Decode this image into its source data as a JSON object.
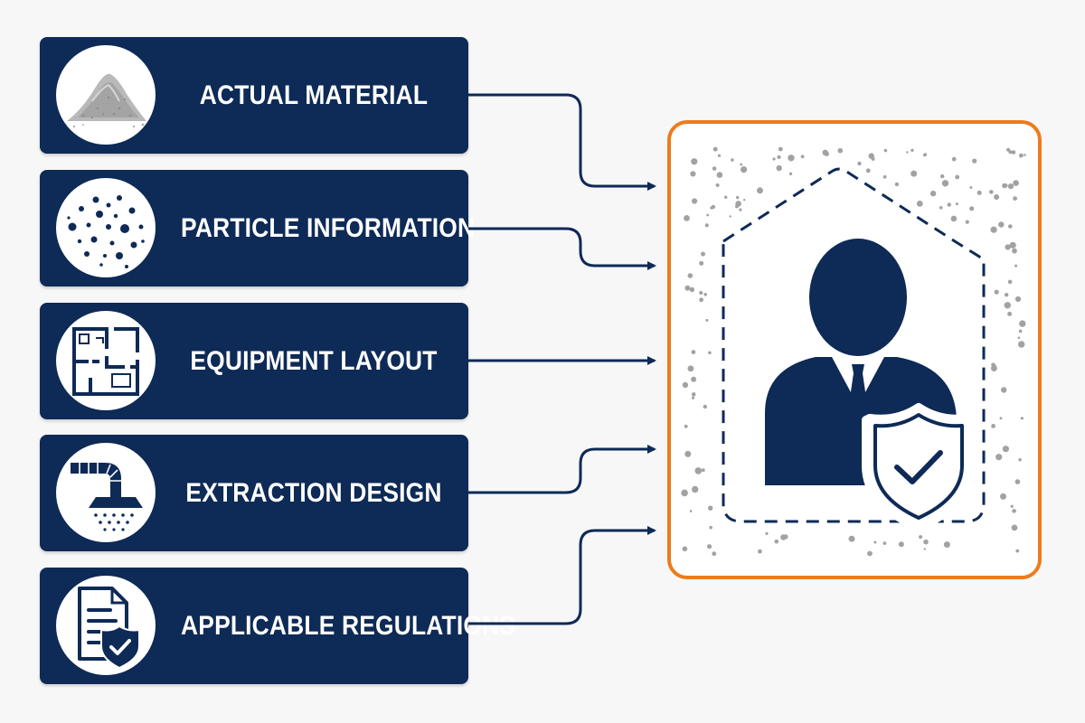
{
  "inputs": [
    {
      "label": "ACTUAL MATERIAL",
      "icon": "powder-pile-icon"
    },
    {
      "label": "PARTICLE INFORMATION",
      "icon": "particles-icon"
    },
    {
      "label": "EQUIPMENT LAYOUT",
      "icon": "floor-plan-icon"
    },
    {
      "label": "EXTRACTION DESIGN",
      "icon": "extraction-hood-icon"
    },
    {
      "label": "APPLICABLE REGULATIONS",
      "icon": "regulation-document-icon"
    }
  ],
  "output": {
    "icon": "protected-worker-icon"
  },
  "colors": {
    "card": "#0e2a56",
    "accent": "#ee7b1c",
    "connector": "#0e2a56",
    "dots": "#9a9a9a"
  }
}
